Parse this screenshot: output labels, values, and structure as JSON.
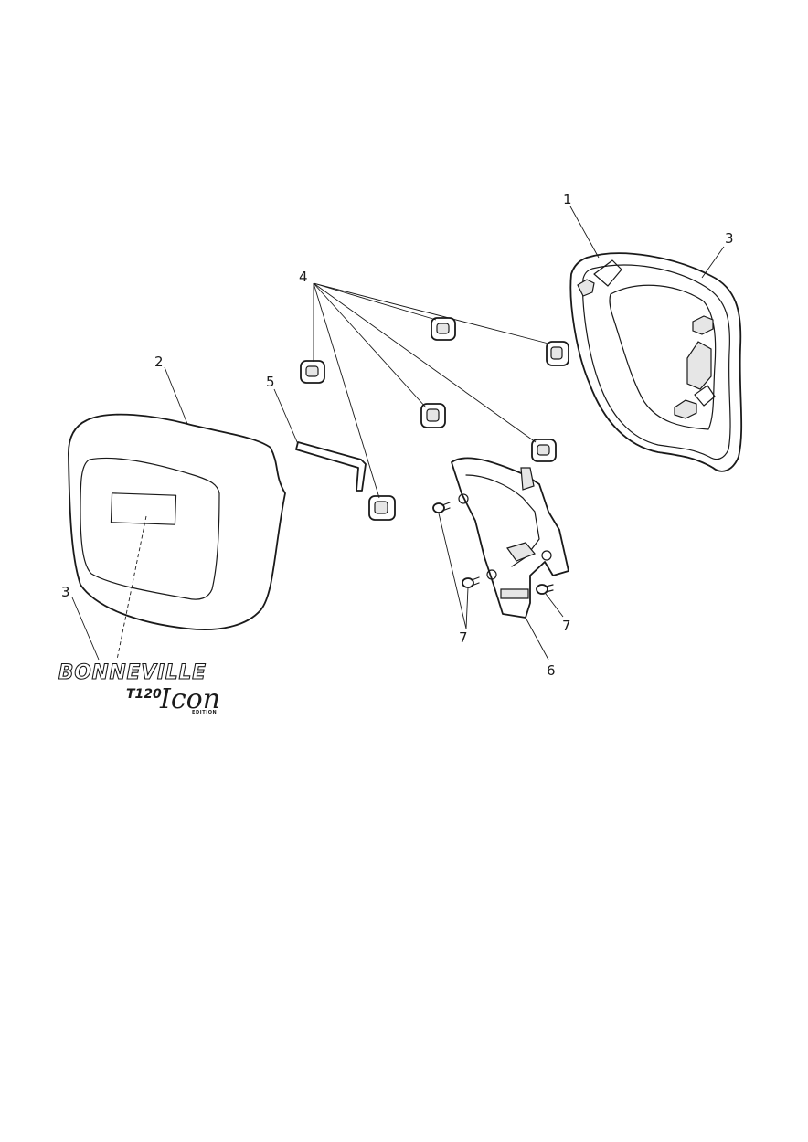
{
  "callouts": {
    "c1": "1",
    "c2": "2",
    "c3_right": "3",
    "c3_left": "3",
    "c4": "4",
    "c5": "5",
    "c6": "6",
    "c7_left": "7",
    "c7_right": "7"
  },
  "logo": {
    "main": "BONNEVILLE",
    "model": "T120",
    "script": "Icon",
    "edition": "EDITION"
  }
}
